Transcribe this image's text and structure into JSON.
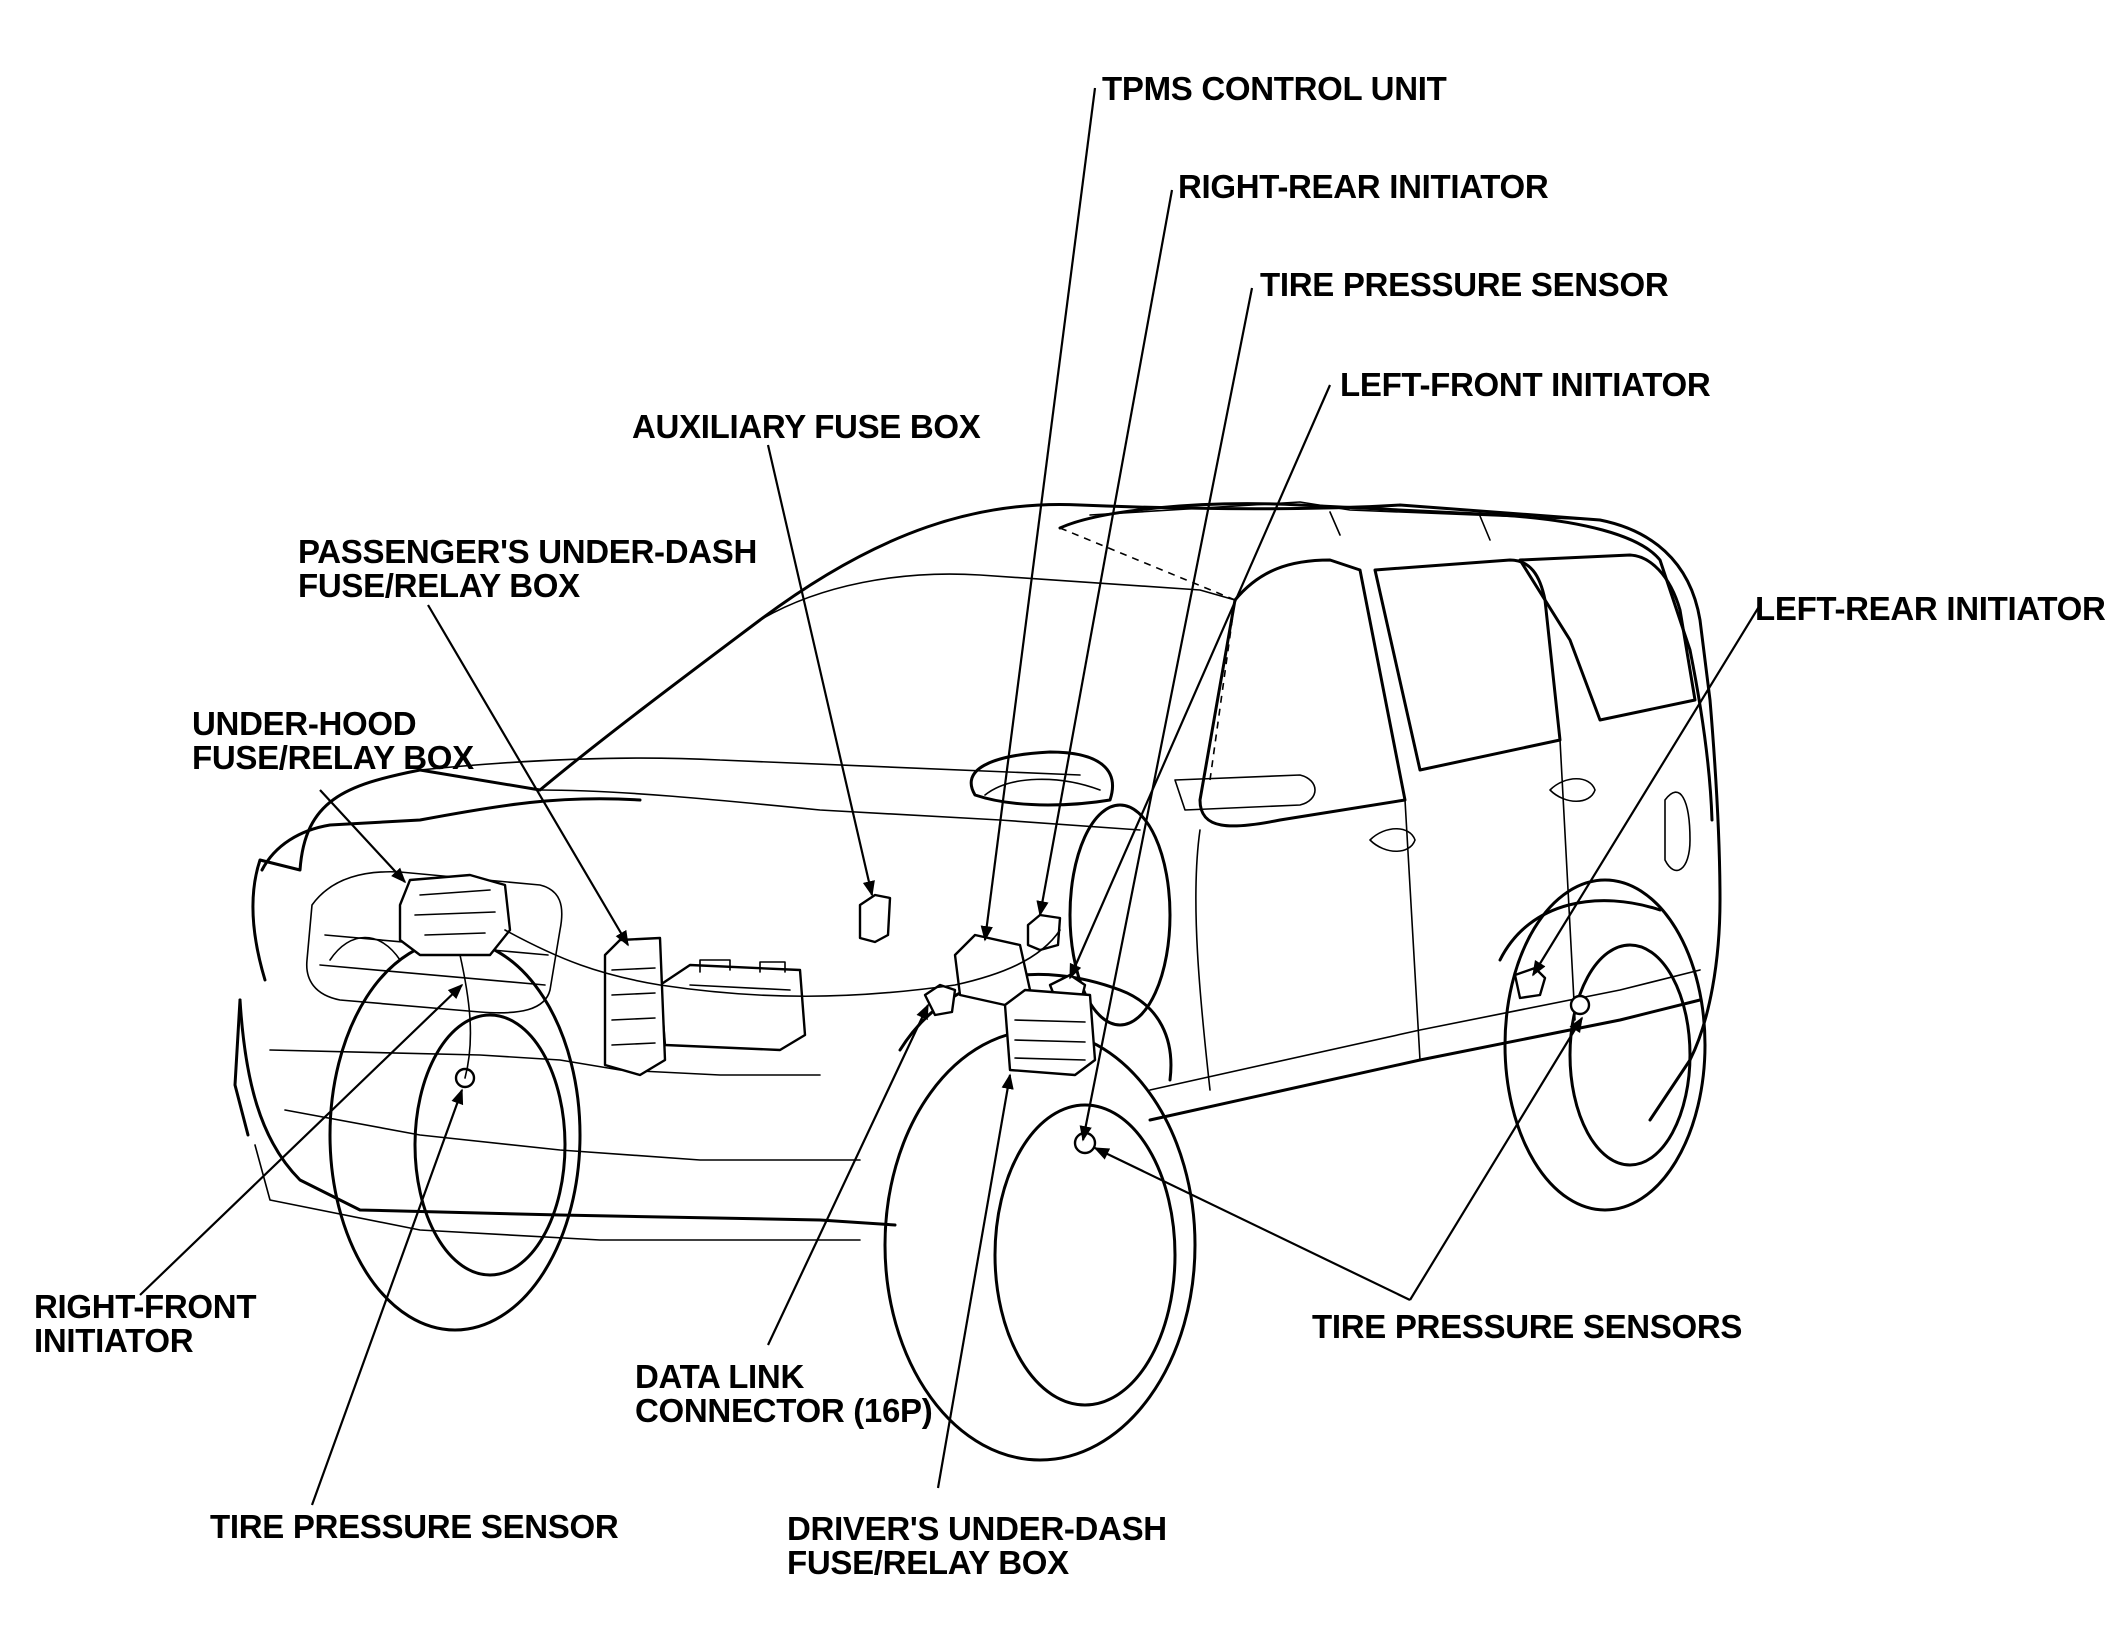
{
  "labels": {
    "tpms_control_unit": "TPMS CONTROL UNIT",
    "right_rear_initiator": "RIGHT-REAR INITIATOR",
    "tire_pressure_sensor_top": "TIRE PRESSURE SENSOR",
    "left_front_initiator": "LEFT-FRONT INITIATOR",
    "auxiliary_fuse_box": "AUXILIARY FUSE BOX",
    "passenger_fuse_line1": "PASSENGER'S UNDER-DASH",
    "passenger_fuse_line2": "FUSE/RELAY BOX",
    "under_hood_line1": "UNDER-HOOD",
    "under_hood_line2": "FUSE/RELAY BOX",
    "left_rear_initiator": "LEFT-REAR INITIATOR",
    "right_front_line1": "RIGHT-FRONT",
    "right_front_line2": "INITIATOR",
    "data_link_line1": "DATA LINK",
    "data_link_line2": "CONNECTOR (16P)",
    "tire_pressure_sensors": "TIRE PRESSURE SENSORS",
    "tire_pressure_sensor_bottom": "TIRE PRESSURE SENSOR",
    "driver_fuse_line1": "DRIVER'S UNDER-DASH",
    "driver_fuse_line2": "FUSE/RELAY BOX"
  }
}
